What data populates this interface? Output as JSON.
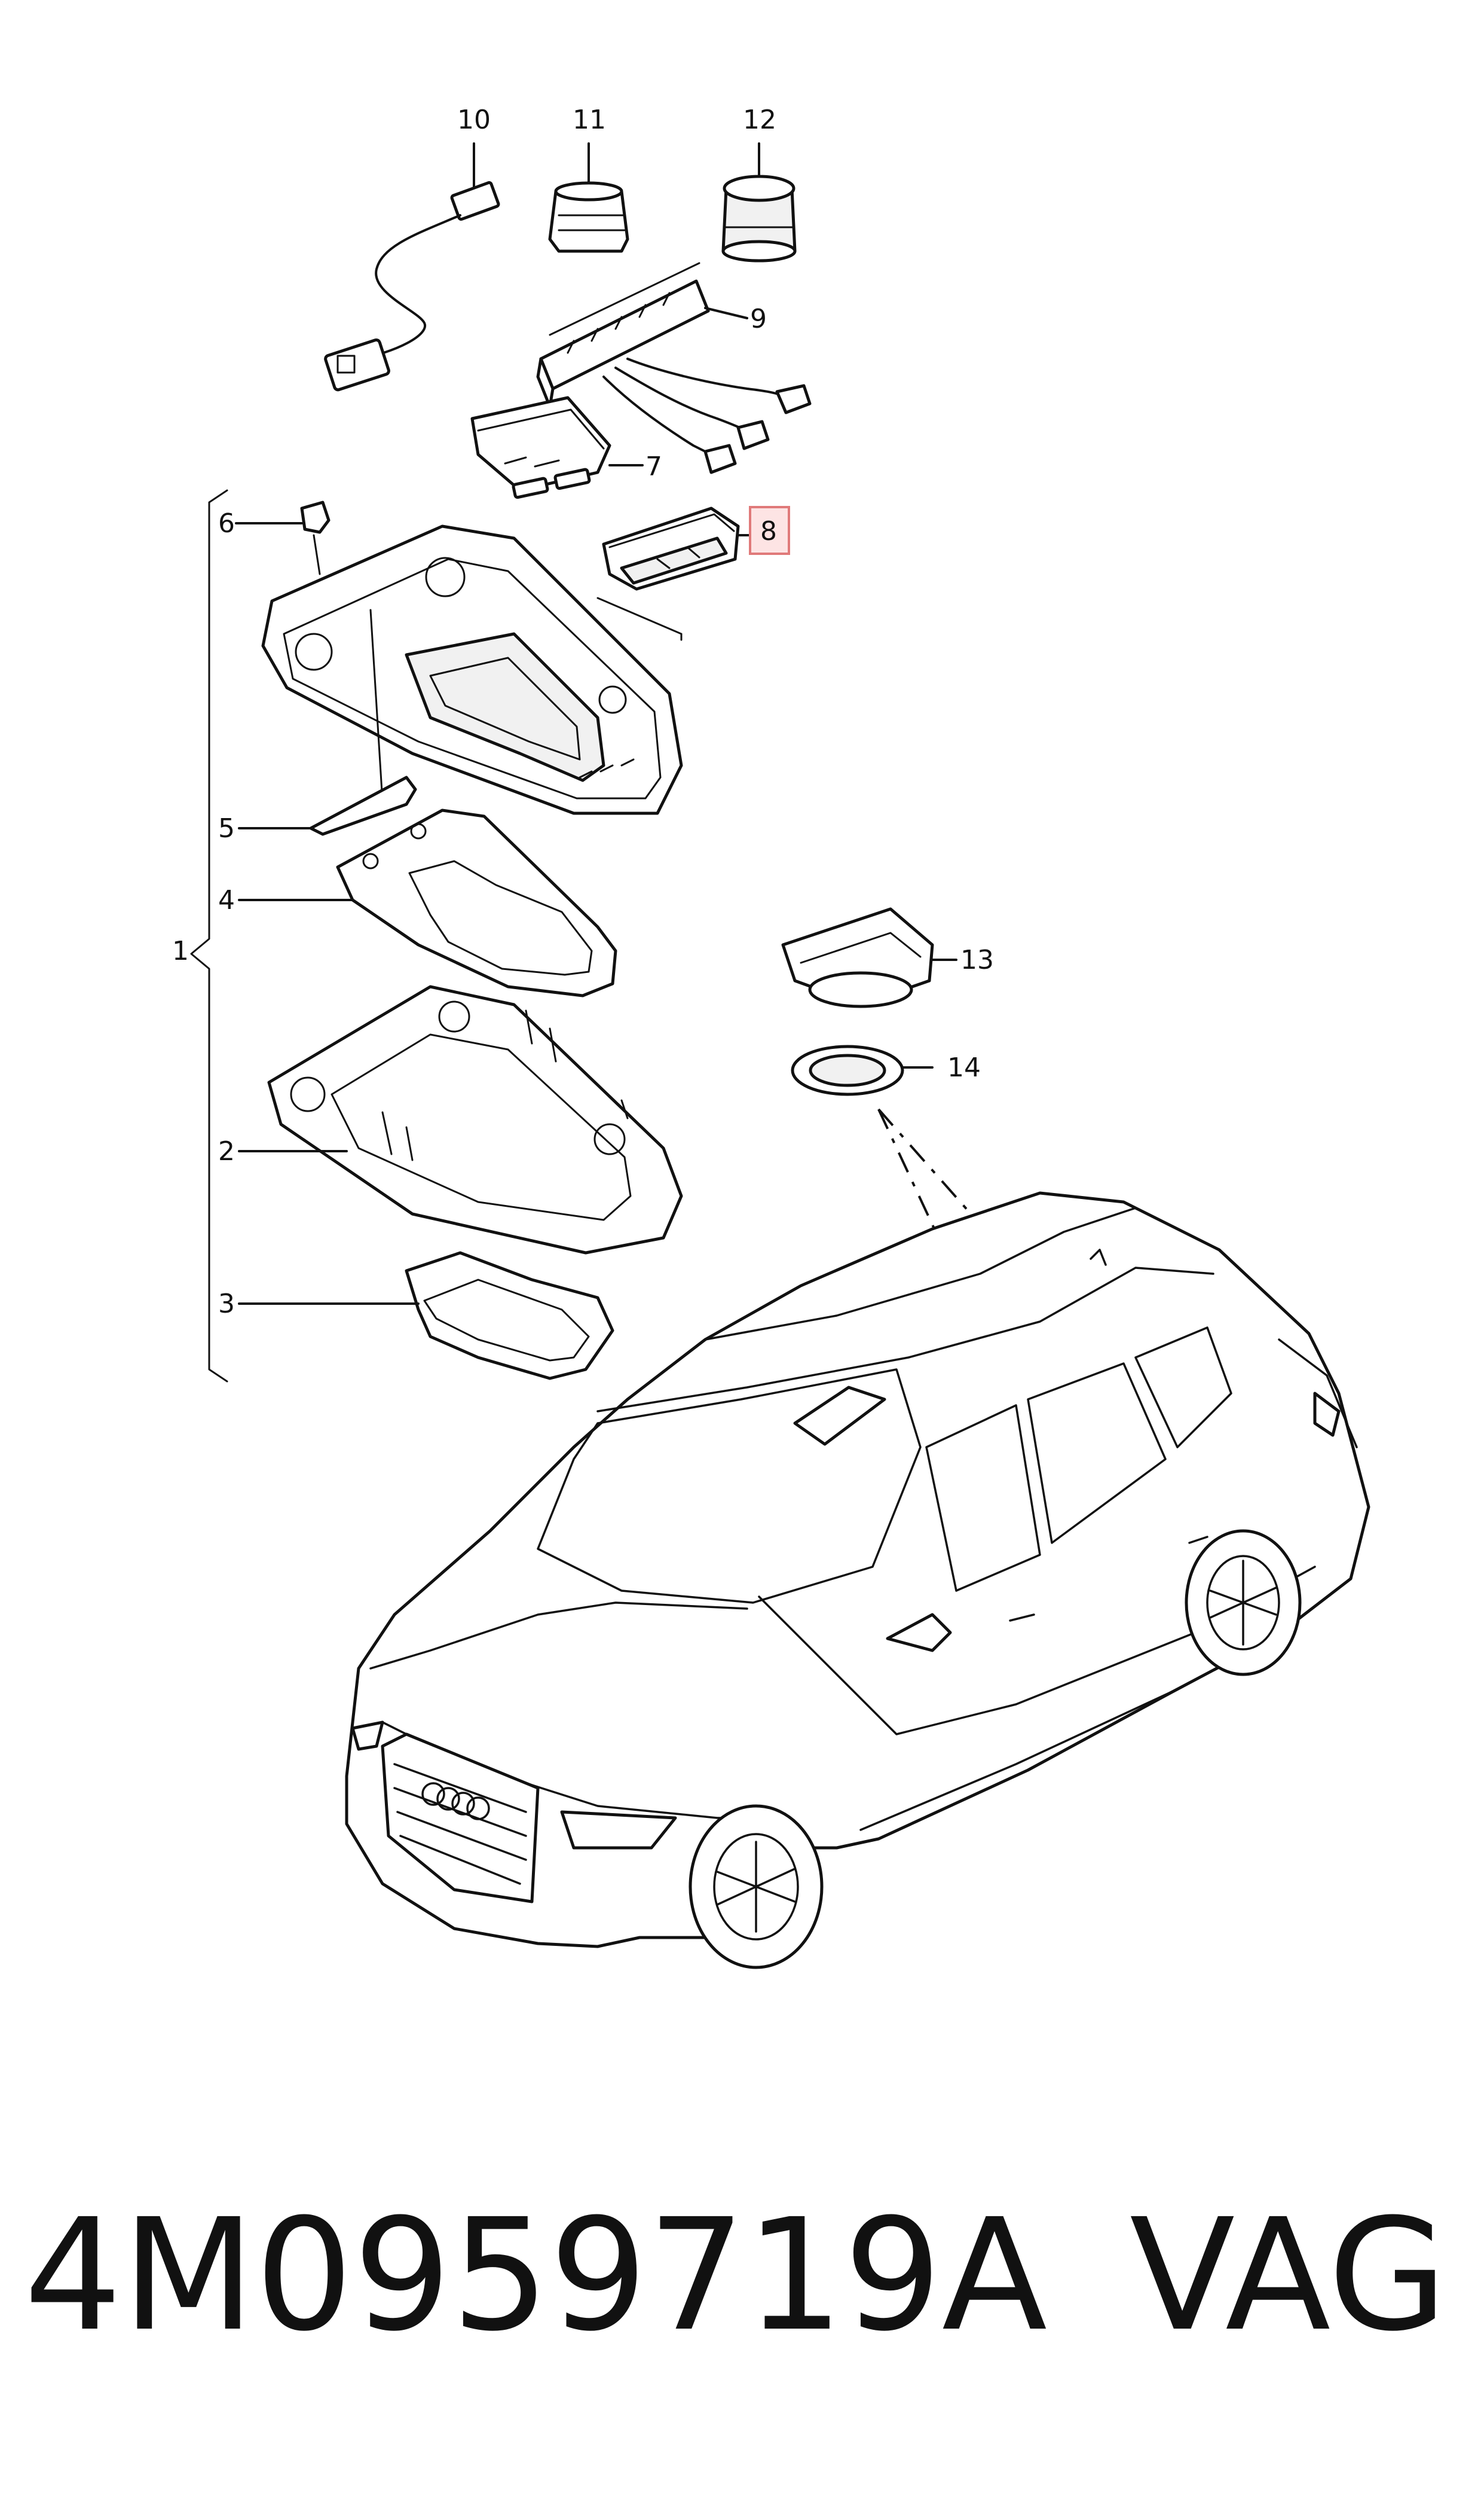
{
  "callouts": {
    "c1": "1",
    "c2": "2",
    "c3": "3",
    "c4": "4",
    "c5": "5",
    "c6": "6",
    "c7": "7",
    "c8": "8",
    "c9": "9",
    "c10": "10",
    "c11": "11",
    "c12": "12",
    "c13": "13",
    "c14": "14"
  },
  "highlighted_callout": "8",
  "caption": {
    "part_number": "4M0959719A",
    "brand": "VAG"
  },
  "colors": {
    "line": "#111111",
    "highlight_fill": "#fde4e4",
    "highlight_stroke": "#e07a7a",
    "background": "#ffffff"
  }
}
